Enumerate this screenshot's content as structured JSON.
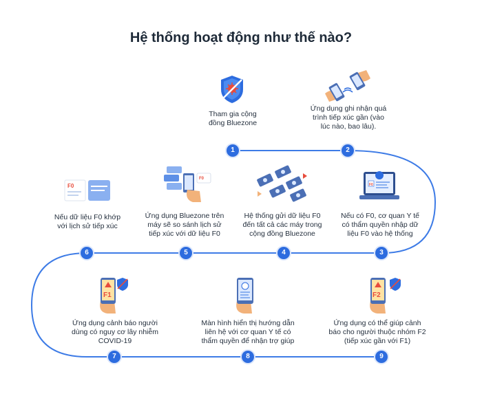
{
  "title": "Hệ thống hoạt động như thế nào?",
  "colors": {
    "accent": "#2d6cdf",
    "line": "#3d7be6",
    "skin": "#f2b27a",
    "phone": "#4b6fb5",
    "alert": "#e74c3c"
  },
  "steps": [
    {
      "num": "1",
      "text": "Tham gia cộng\nđồng Bluezone",
      "icon": "shield-virus-icon"
    },
    {
      "num": "2",
      "text": "Ứng dụng ghi nhận quá\ntrình tiếp xúc gần (vào\nlúc nào, bao lâu).",
      "icon": "phones-handshake-icon"
    },
    {
      "num": "3",
      "text": "Nếu có F0, cơ quan Y tế\ncó thẩm quyền nhập dữ\nliệu F0 vào hệ thống",
      "icon": "laptop-icon"
    },
    {
      "num": "4",
      "text": "Hệ thống gửi dữ liệu F0\nđến tất cả các máy trong\ncộng đồng Bluezone",
      "icon": "phones-network-icon"
    },
    {
      "num": "5",
      "text": "Ứng dụng Bluezone trên\nmáy sẽ so sánh lịch sử\ntiếp xúc với dữ liệu F0",
      "icon": "phone-compare-icon"
    },
    {
      "num": "6",
      "text": "Nếu dữ liệu F0 khớp\nvới lịch sử tiếp xúc",
      "icon": "data-match-icon"
    },
    {
      "num": "7",
      "text": "Ứng dụng cảnh báo người\ndùng có nguy cơ lây nhiễm\nCOVID-19",
      "icon": "phone-f1-alert-icon"
    },
    {
      "num": "8",
      "text": "Màn hình hiển thị hướng dẫn\nliên hệ với cơ quan Y tế có\nthẩm quyền để nhận trợ giúp",
      "icon": "phone-guidance-icon"
    },
    {
      "num": "9",
      "text": "Ứng dụng có thể giúp cảnh\nbáo cho người thuộc nhóm F2\n(tiếp xúc gần với F1)",
      "icon": "phone-f2-alert-icon"
    }
  ],
  "icon_labels": {
    "f0_a": "F0",
    "f0_b": "F0",
    "f0_c": "F0",
    "f1": "F1",
    "f2": "F2"
  }
}
